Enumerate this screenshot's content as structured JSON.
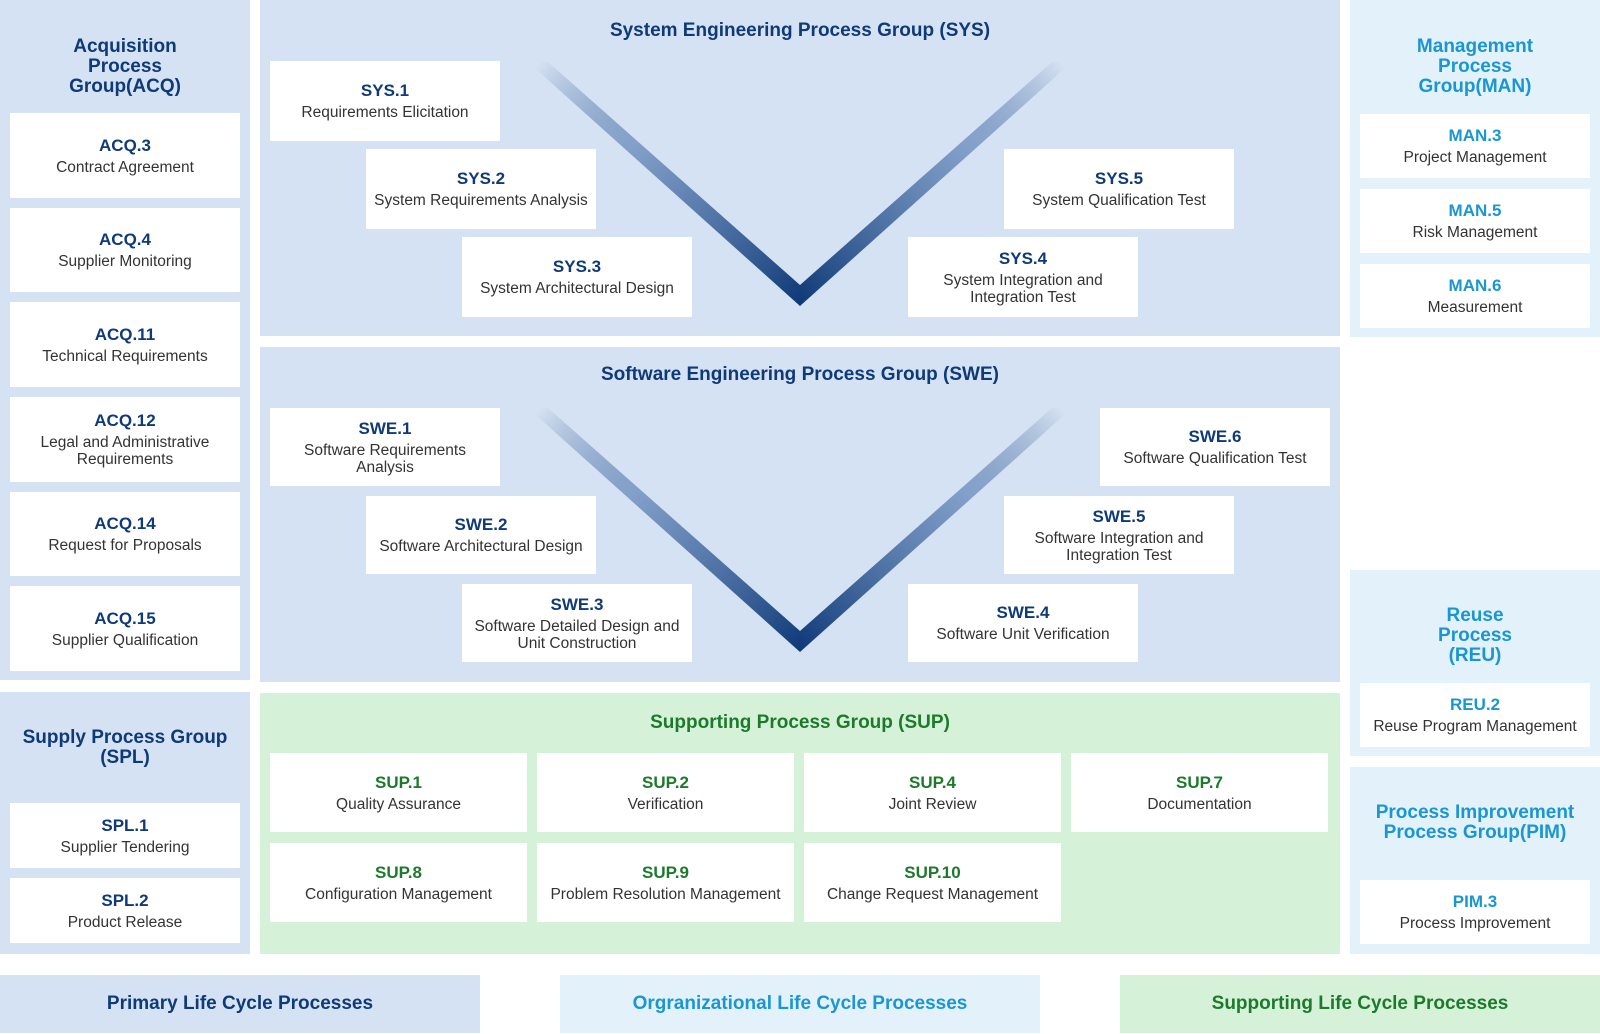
{
  "acq": {
    "title": "Acquisition Process Group(ACQ)",
    "items": [
      {
        "code": "ACQ.3",
        "name": "Contract Agreement"
      },
      {
        "code": "ACQ.4",
        "name": "Supplier Monitoring"
      },
      {
        "code": "ACQ.11",
        "name": "Technical Requirements"
      },
      {
        "code": "ACQ.12",
        "name": "Legal and Administrative Requirements"
      },
      {
        "code": "ACQ.14",
        "name": "Request for Proposals"
      },
      {
        "code": "ACQ.15",
        "name": "Supplier Qualification"
      }
    ]
  },
  "spl": {
    "title": "Supply Process Group (SPL)",
    "items": [
      {
        "code": "SPL.1",
        "name": "Supplier Tendering"
      },
      {
        "code": "SPL.2",
        "name": "Product Release"
      }
    ]
  },
  "sys": {
    "title": "System Engineering Process Group (SYS)",
    "items": [
      {
        "code": "SYS.1",
        "name": "Requirements Elicitation"
      },
      {
        "code": "SYS.2",
        "name": "System Requirements Analysis"
      },
      {
        "code": "SYS.3",
        "name": "System Architectural Design"
      },
      {
        "code": "SYS.4",
        "name": "System Integration and Integration Test"
      },
      {
        "code": "SYS.5",
        "name": "System Qualification Test"
      }
    ]
  },
  "swe": {
    "title": "Software Engineering Process Group (SWE)",
    "items": [
      {
        "code": "SWE.1",
        "name": "Software Requirements Analysis"
      },
      {
        "code": "SWE.2",
        "name": "Software Architectural Design"
      },
      {
        "code": "SWE.3",
        "name": "Software Detailed Design and Unit Construction"
      },
      {
        "code": "SWE.4",
        "name": "Software Unit Verification"
      },
      {
        "code": "SWE.5",
        "name": "Software Integration and Integration Test"
      },
      {
        "code": "SWE.6",
        "name": "Software Qualification Test"
      }
    ]
  },
  "sup": {
    "title": "Supporting Process Group (SUP)",
    "items": [
      {
        "code": "SUP.1",
        "name": "Quality Assurance"
      },
      {
        "code": "SUP.2",
        "name": "Verification"
      },
      {
        "code": "SUP.4",
        "name": "Joint Review"
      },
      {
        "code": "SUP.7",
        "name": "Documentation"
      },
      {
        "code": "SUP.8",
        "name": "Configuration Management"
      },
      {
        "code": "SUP.9",
        "name": "Problem Resolution Management"
      },
      {
        "code": "SUP.10",
        "name": "Change Request Management"
      }
    ]
  },
  "man": {
    "title": "Management Process Group(MAN)",
    "items": [
      {
        "code": "MAN.3",
        "name": "Project Management"
      },
      {
        "code": "MAN.5",
        "name": "Risk Management"
      },
      {
        "code": "MAN.6",
        "name": "Measurement"
      }
    ]
  },
  "reu": {
    "title": "Reuse Process (REU)",
    "items": [
      {
        "code": "REU.2",
        "name": "Reuse Program Management"
      }
    ]
  },
  "pim": {
    "title": "Process Improvement Process Group(PIM)",
    "items": [
      {
        "code": "PIM.3",
        "name": "Process Improvement"
      }
    ]
  },
  "legend": {
    "primary": "Primary Life Cycle Processes",
    "organizational": "Orgranizational Life Cycle Processes",
    "supporting": "Supporting Life Cycle Processes"
  },
  "colors": {
    "navy": "#0f3a78",
    "cyan": "#1a96d2",
    "green": "#1d7a2c",
    "primary_bg": "#d5e2f3",
    "organizational_bg": "#e3f1fa",
    "supporting_bg": "#d5f2d8"
  }
}
